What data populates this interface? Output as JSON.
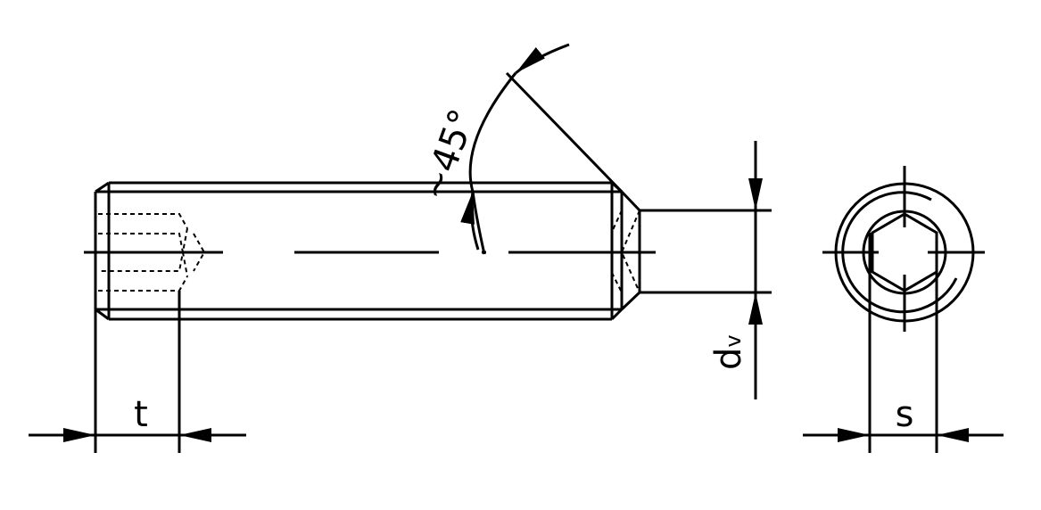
{
  "labels": {
    "t": "t",
    "angle": "~45°",
    "d": "d",
    "d_sub": "v",
    "s": "s"
  },
  "colors": {
    "stroke": "#000000",
    "background": "#ffffff"
  }
}
